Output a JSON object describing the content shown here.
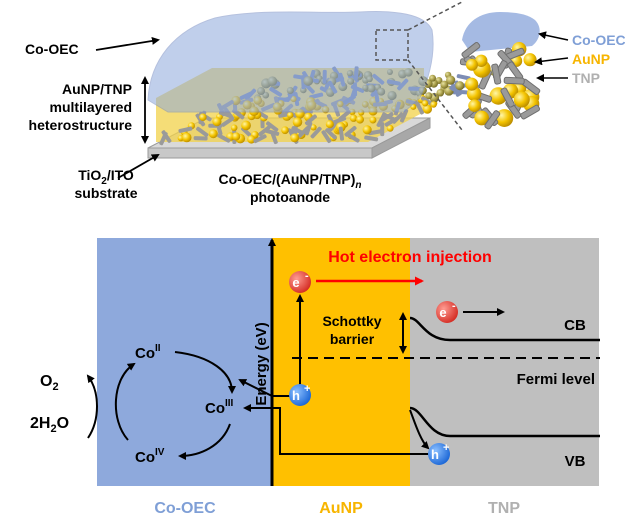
{
  "top_figure": {
    "left_labels": {
      "cooec": "Co-OEC",
      "hetero_line1": "AuNP/TNP",
      "hetero_line2": "multilayered",
      "hetero_line3": "heterostructure",
      "substrate_line1_pre": "TiO",
      "substrate_line1_sub": "2",
      "substrate_line1_post": "/ITO",
      "substrate_line2": "substrate"
    },
    "caption": {
      "line1_pre": "Co-OEC/(AuNP/TNP)",
      "line1_sub": "n",
      "line2": "photoanode"
    },
    "inset_labels": {
      "cooec": "Co-OEC",
      "aunp": "AuNP",
      "tnp": "TNP"
    }
  },
  "band_diagram": {
    "energy_axis_label": "Energy (eV)",
    "hot_electron_label": "Hot electron injection",
    "schottky_line1": "Schottky",
    "schottky_line2": "barrier",
    "cb_label": "CB",
    "vb_label": "VB",
    "fermi_label": "Fermi level",
    "electron_symbol": "e",
    "hole_symbol": "h",
    "minus": "-",
    "plus": "+",
    "co2": {
      "base": "Co",
      "sup": "II"
    },
    "co3": {
      "base": "Co",
      "sup": "III"
    },
    "co4": {
      "base": "Co",
      "sup": "IV"
    },
    "o2": {
      "base": "O",
      "sub": "2"
    },
    "water": {
      "pre": "2H",
      "sub": "2",
      "post": "O"
    },
    "region_labels": {
      "cooec": "Co-OEC",
      "aunp": "AuNP",
      "tnp": "TNP"
    }
  },
  "colors": {
    "cooec_blue": "#8ea9dc",
    "cooec_label": "#7f9fd6",
    "aunp_gold": "#ffc000",
    "aunp_label": "#f7b500",
    "tnp_gray": "#bfbfbf",
    "tnp_label": "#b0b0b0",
    "hot_red": "#ff0000",
    "electron_red": "#e8433a",
    "hole_blue": "#2f7fe6"
  }
}
